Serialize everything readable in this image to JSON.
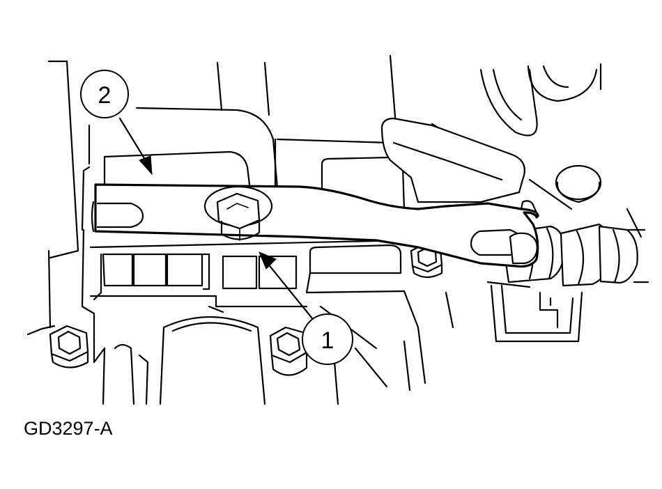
{
  "callouts": [
    {
      "id": "1",
      "label": "1"
    },
    {
      "id": "2",
      "label": "2"
    }
  ],
  "figure_reference": "GD3297-A"
}
